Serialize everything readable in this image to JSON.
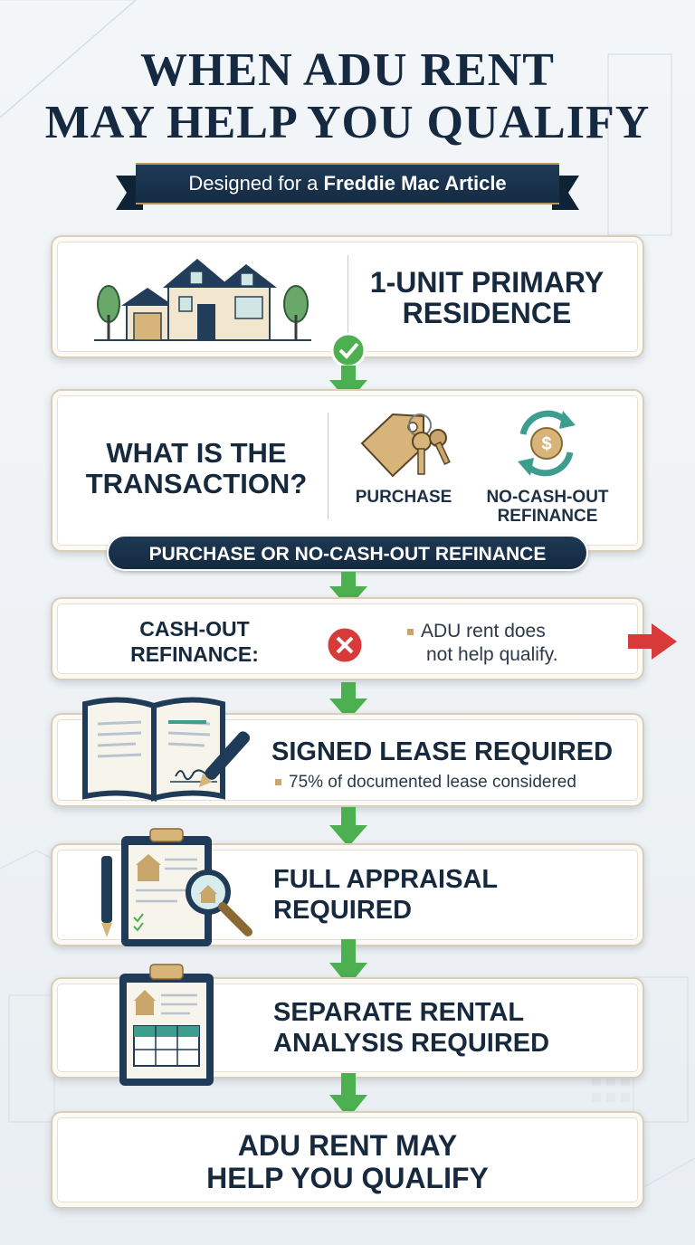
{
  "title": {
    "line1": "WHEN ADU RENT",
    "line2": "MAY HELP YOU QUALIFY"
  },
  "ribbon": {
    "prefix": "Designed for a ",
    "emphasis": "Freddie Mac Article"
  },
  "steps": {
    "primary": {
      "label_line1": "1-UNIT PRIMARY",
      "label_line2": "RESIDENCE",
      "icon": "house-icon"
    },
    "transaction": {
      "question_line1": "WHAT IS THE",
      "question_line2": "TRANSACTION?",
      "option_purchase": "PURCHASE",
      "option_refi_line1": "NO-CASH-OUT",
      "option_refi_line2": "REFINANCE",
      "result": "PURCHASE OR NO-CASH-OUT REFINANCE"
    },
    "cashout": {
      "label_line1": "CASH-OUT",
      "label_line2": "REFINANCE:",
      "note_line1": "ADU rent does",
      "note_line2": "not help qualify."
    },
    "lease": {
      "label": "SIGNED LEASE REQUIRED",
      "note": "75% of documented lease considered"
    },
    "appraisal": {
      "label_line1": "FULL APPRAISAL",
      "label_line2": "REQUIRED"
    },
    "rental": {
      "label_line1": "SEPARATE RENTAL",
      "label_line2": "ANALYSIS REQUIRED"
    },
    "final": {
      "label_line1": "ADU RENT MAY",
      "label_line2": "HELP YOU QUALIFY"
    }
  },
  "colors": {
    "navy": "#152a40",
    "gold": "#b8995a",
    "green": "#4caf50",
    "red": "#d83a3a"
  }
}
